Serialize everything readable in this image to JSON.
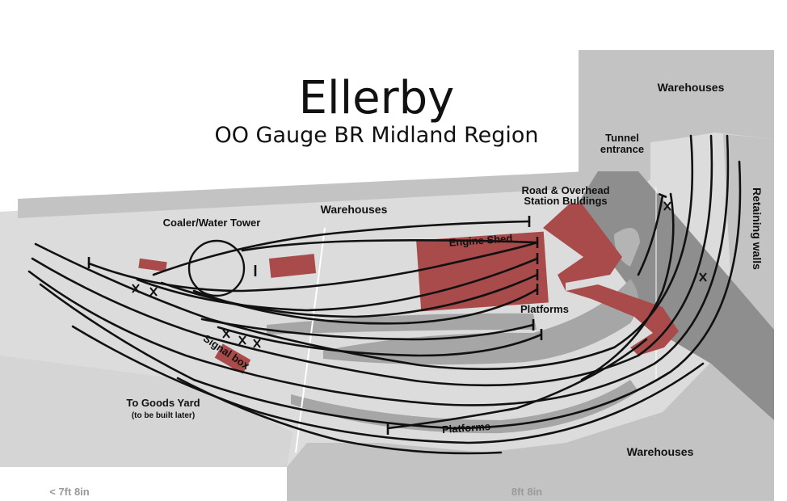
{
  "title": "Ellerby",
  "subtitle": "OO Gauge BR Midland Region",
  "labels": {
    "warehouses_top_right": "Warehouses",
    "warehouses_top": "Warehouses",
    "warehouses_bottom": "Warehouses",
    "tunnel_line1": "Tunnel",
    "tunnel_line2": "entrance",
    "road_line1": "Road & Overhead",
    "road_line2": "Station Buldings",
    "retaining_walls": "Retaining walls",
    "coaler": "Coaler/Water Tower",
    "engine_shed": "Engine Shed",
    "platforms_upper": "Platforms",
    "platforms_lower": "Platforms",
    "signal_box": "Signal box",
    "goods_yard": "To Goods Yard",
    "goods_yard_note": "(to be built later)",
    "dim_left": "< 7ft 8in",
    "dim_right": "8ft 8in"
  },
  "colors": {
    "baseboard": "#dcdcdc",
    "warehouse": "#c3c3c3",
    "platform": "#a6a6a6",
    "road": "#8e8e8e",
    "building": "#a94b4b",
    "track": "#111111"
  }
}
